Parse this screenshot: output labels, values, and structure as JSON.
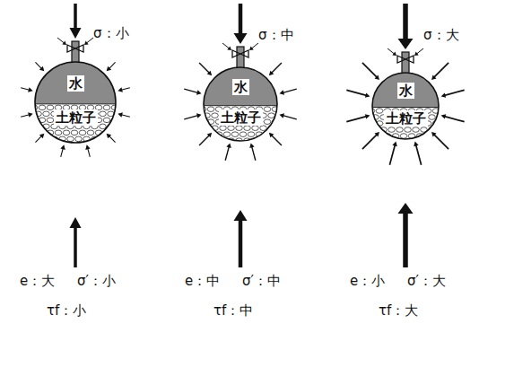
{
  "diagram": {
    "nodes": [
      {
        "text": [
          "水",
          "土粒子"
        ]
      },
      {
        "text": [
          "水",
          "土粒子"
        ]
      },
      {
        "text": [
          "水",
          "土粒子"
        ]
      }
    ],
    "labels": [
      "σ：小",
      "σ：中",
      "σ：大",
      "e：大",
      "σ′：小",
      "e：中",
      "σ′：中",
      "e：小",
      "σ′：大",
      "τf：小",
      "τf：中",
      "τf：大"
    ]
  }
}
